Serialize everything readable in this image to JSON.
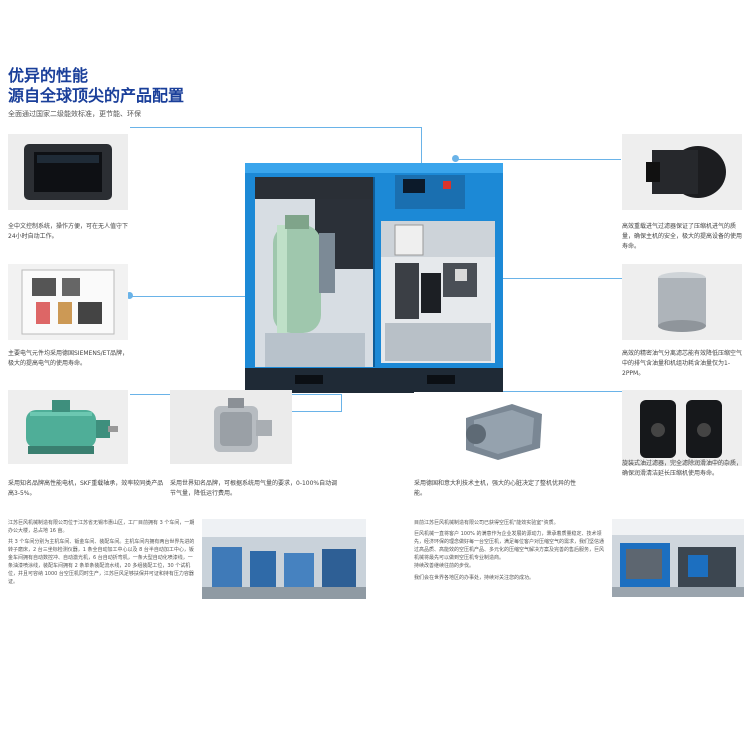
{
  "header": {
    "title_line1": "优异的性能",
    "title_line2": "源自全球顶尖的产品配置",
    "subtitle": "全面通过国家二级能效标准，更节能、环保"
  },
  "features": {
    "controller": "全中文控制系统，操作方便，可在无人值守下24小时自动工作。",
    "electrical": "主要电气元件均采用德国SIEMENS/ET品牌，极大的提高电气的使用寿命。",
    "motor": "采用知名品牌高性能电机，SKF重载轴承，效率较同类产品高3-5%。",
    "intake_valve": "采用世界知名品牌，可根据系统用气量的要求，0-100%自动调节气量，降低运行费用。",
    "air_end": "采用德国和意大利技术主机，强大的心脏决定了整机优异的性能。",
    "air_filter": "高效重载进气过滤器保证了压缩机进气的质量，确保主机的安全，极大的提高设备的使用寿命。",
    "separator": "高效的精密油气分离滤芯能有效降低压缩空气中的排气含油量和机组功耗含油量仅为1-2PPM。",
    "oil_filter": "旋装式油过滤器，完全滤除润滑油中的杂质，确保润滑清洁延长压缩机使用寿命。"
  },
  "company_left": {
    "p1": "江苏巨风机械制造有限公司位于江苏省无锡市惠山区，工厂目前拥有 3 个车间，一期办公大楼，总占地 16 亩。",
    "p2": "共 3 个车间分别为主机车间、钣金车间、装配车间。主机车间内拥有两台世界先进的转子磨床，2 台三坐标检测仪器，1 条全自动加工中心以及 8 台半自动加工中心，钣金车间拥有自动数控冲、自动激光机，6 台自动折弯机，一条大型自动化喷漆线，一条油漆喷涂线，装配车间拥有 2 条单条装配流水线，20 多组装配工位，30 个试机位，并且可容纳 1000 台空压机同时生产，江苏巨风足够扶保并可证和持有压力容器证。"
  },
  "company_right": {
    "p1": "目前江苏巨风机械制造有限公司已获得空压机\"能效实验室\"资质。",
    "p2": "巨风机械一直将客户 100% 的满意作为企业发展的源动力，秉承着质量稳定、技术领先，经济环保的理念做好每一台空压机，满足每位客户对压缩空气的需求，我们坚信通过高品质、高能效的空压机产品、多元化的压缩空气解决方案及完善的售后服务，巨风机械将最先可以做到空压机专业制造商。",
    "p3": "持续改善继续往前的步伐。",
    "p4": "我们会在世界各地区的办事处，持续对关注您的成功。"
  }
}
